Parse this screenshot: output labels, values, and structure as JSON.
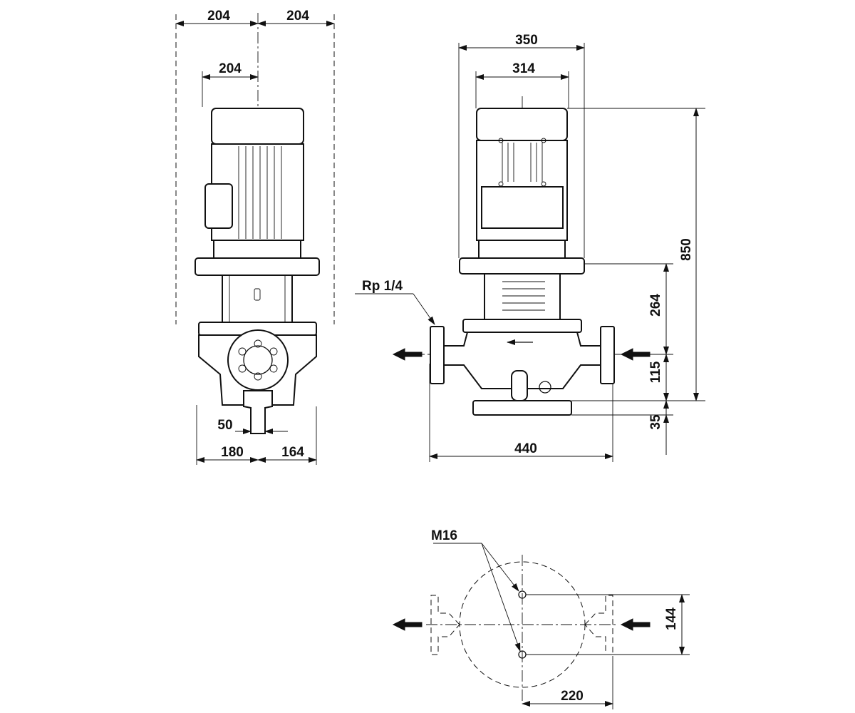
{
  "dimensions": {
    "side_top_left": "204",
    "side_top_right": "204",
    "side_motor": "204",
    "side_shaft": "50",
    "side_bottom_left": "180",
    "side_bottom_right": "164",
    "front_top_outer": "350",
    "front_top_inner": "314",
    "front_height_total": "850",
    "front_height_upper": "264",
    "front_height_mid": "115",
    "front_height_base": "35",
    "front_width": "440",
    "plan_width": "220",
    "plan_spacing": "144"
  },
  "labels": {
    "gauge_port": "Rp 1/4",
    "bolt": "M16"
  }
}
